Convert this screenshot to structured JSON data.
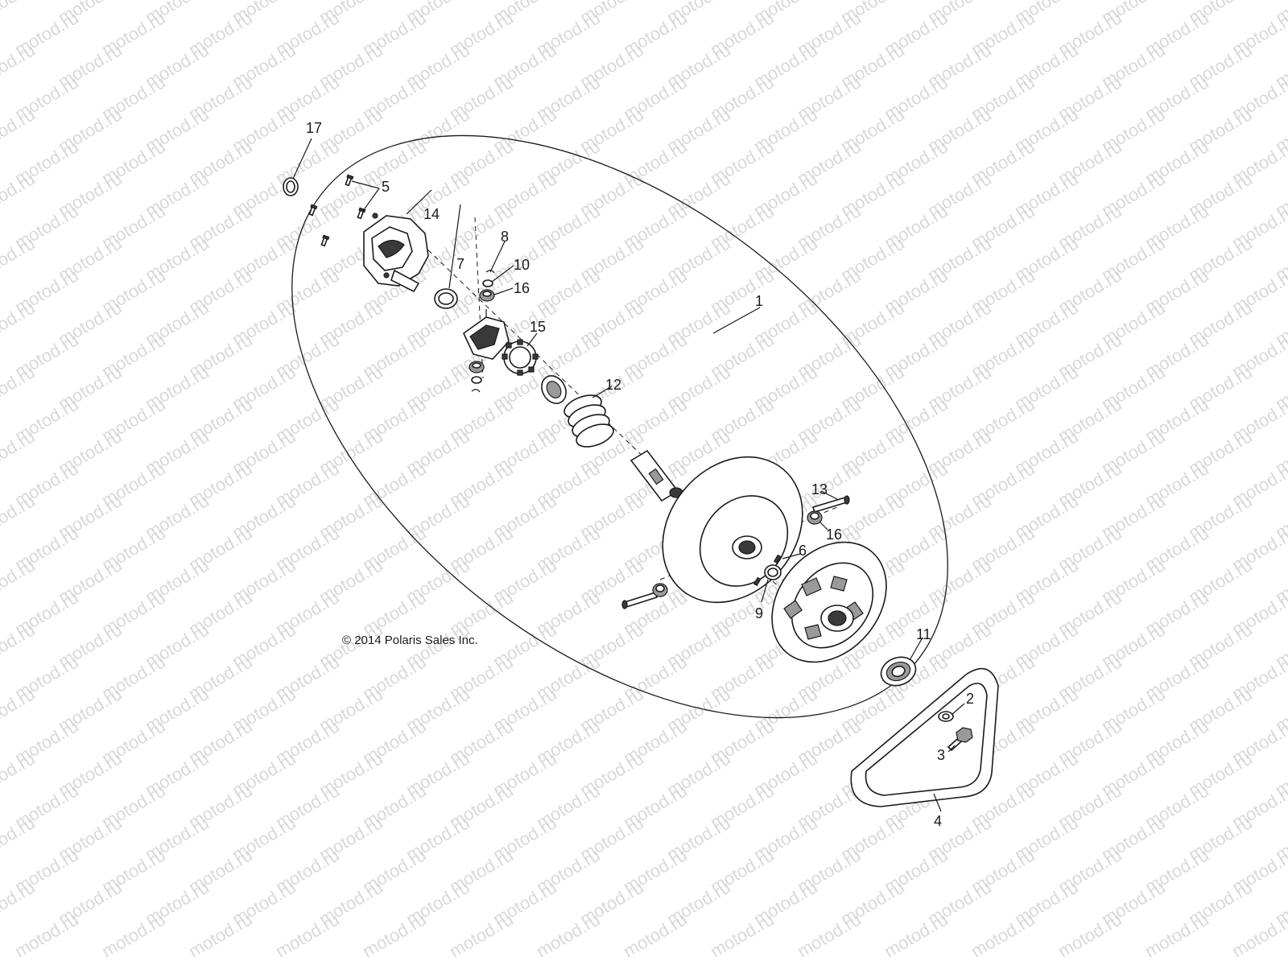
{
  "watermark": {
    "text": "motod.ru"
  },
  "copyright": "© 2014 Polaris Sales Inc.",
  "callouts": {
    "c1": "1",
    "c2": "2",
    "c3": "3",
    "c4": "4",
    "c5": "5",
    "c6": "6",
    "c7": "7",
    "c8": "8",
    "c9": "9",
    "c10": "10",
    "c11": "11",
    "c12": "12",
    "c13": "13",
    "c14": "14",
    "c15": "15",
    "c16a": "16",
    "c16b": "16",
    "c17": "17"
  }
}
